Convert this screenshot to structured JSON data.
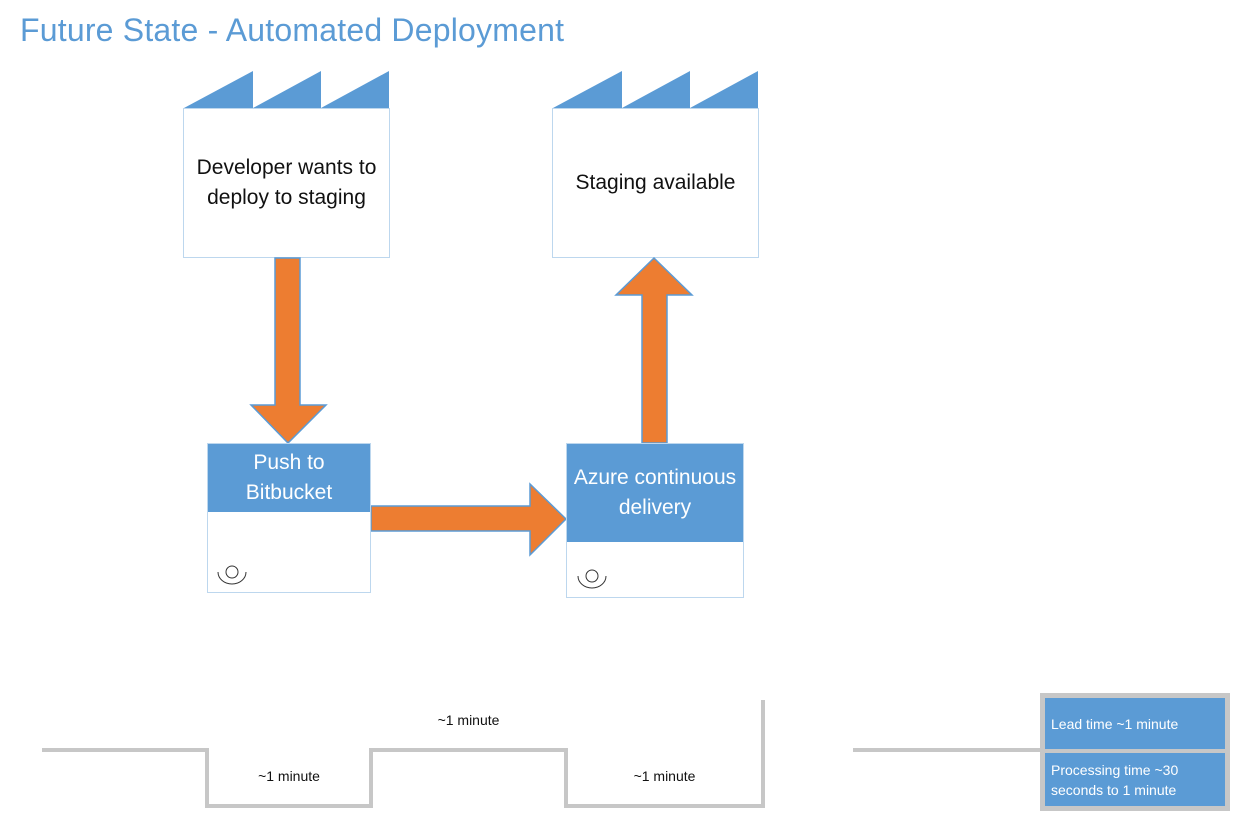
{
  "title": "Future State - Automated Deployment",
  "colors": {
    "accent_blue": "#5b9bd5",
    "arrow_orange": "#ed7d31",
    "timeline_gray": "#c7c7c7"
  },
  "nodes": {
    "supplier": {
      "label": "Developer wants to deploy to staging",
      "icon": "factory-icon"
    },
    "customer": {
      "label": "Staging available",
      "icon": "factory-icon"
    },
    "step1": {
      "label": "Push to Bitbucket",
      "icon": "operator-icon"
    },
    "step2": {
      "label": "Azure continuous delivery",
      "icon": "operator-icon"
    }
  },
  "timeline": {
    "wait_1": "~1 minute",
    "process_1": "~1 minute",
    "process_2": "~1 minute"
  },
  "summary": {
    "lead_time": "Lead time ~1 minute",
    "processing_time": "Processing time  ~30 seconds to 1 minute"
  }
}
